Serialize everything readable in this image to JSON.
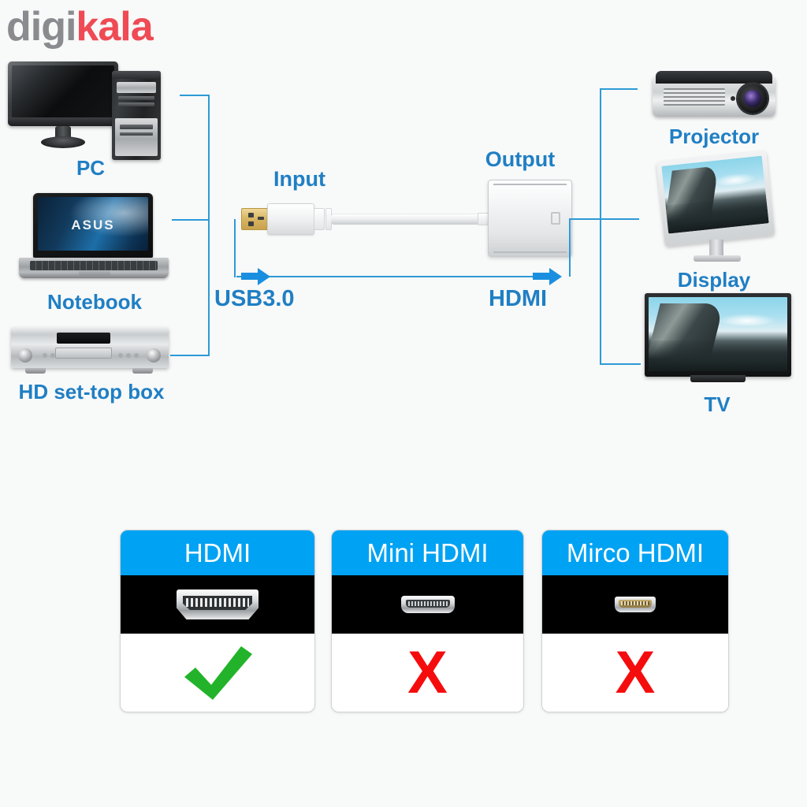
{
  "watermark": {
    "part1": "digi",
    "part2": "kala",
    "color1": "#8b8b8f",
    "color2": "#ef4b55"
  },
  "diagram": {
    "sources": [
      {
        "id": "pc",
        "label": "PC",
        "icon": "desktop-computer-icon"
      },
      {
        "id": "notebook",
        "label": "Notebook",
        "icon": "laptop-icon",
        "screen_brand": "ASUS"
      },
      {
        "id": "settopbox",
        "label": "HD set-top box",
        "icon": "set-top-box-icon"
      }
    ],
    "destinations": [
      {
        "id": "projector",
        "label": "Projector",
        "icon": "projector-icon"
      },
      {
        "id": "display",
        "label": "Display",
        "icon": "monitor-icon"
      },
      {
        "id": "tv",
        "label": "TV",
        "icon": "television-icon"
      }
    ],
    "adapter": {
      "input_label": "Input",
      "output_label": "Output",
      "input_port_label": "USB3.0",
      "output_port_label": "HDMI",
      "input_icon": "usb-a-plug-icon",
      "output_icon": "hdmi-female-adapter-icon"
    },
    "colors": {
      "label_blue": "#1f7fc4",
      "line_blue": "#2d9ad6",
      "arrow_blue": "#1a8fe0",
      "background": "#f8f9f9"
    }
  },
  "compatibility": {
    "cards": [
      {
        "id": "hdmi",
        "title": "HDMI",
        "connector_icon": "hdmi-connector-icon",
        "status": "supported",
        "mark": "check-icon",
        "mark_symbol": "",
        "mark_color": "#22b32a"
      },
      {
        "id": "mini-hdmi",
        "title": "Mini HDMI",
        "connector_icon": "mini-hdmi-connector-icon",
        "status": "not-supported",
        "mark": "x-icon",
        "mark_symbol": "X",
        "mark_color": "#f50d0d"
      },
      {
        "id": "mirco-hdmi",
        "title": "Mirco HDMI",
        "connector_icon": "micro-hdmi-connector-icon",
        "status": "not-supported",
        "mark": "x-icon",
        "mark_symbol": "X",
        "mark_color": "#f50d0d"
      }
    ],
    "header_color": "#00a2f3",
    "band_color": "#000000"
  }
}
